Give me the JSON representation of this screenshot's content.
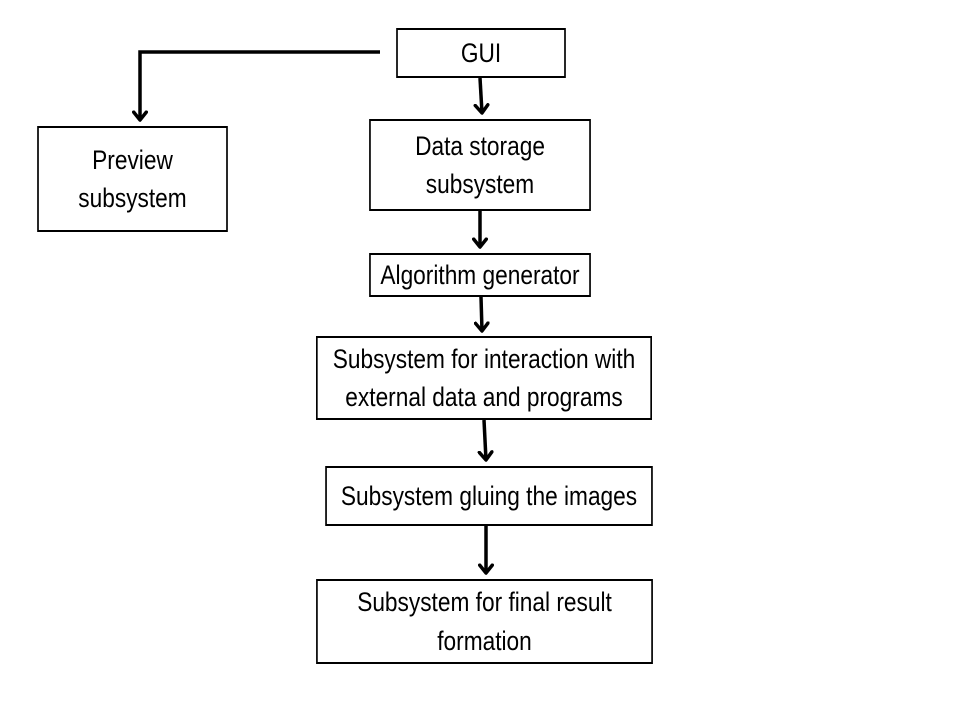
{
  "diagram": {
    "colors": {
      "stroke": "#000000",
      "fill": "#ffffff",
      "text": "#000000"
    },
    "nodes": {
      "gui": {
        "lines": [
          "GUI"
        ]
      },
      "preview": {
        "lines": [
          "Preview",
          "subsystem"
        ]
      },
      "data_storage": {
        "lines": [
          "Data storage",
          "subsystem"
        ]
      },
      "algorithm": {
        "lines": [
          "Algorithm generator"
        ]
      },
      "interaction": {
        "lines": [
          "Subsystem for interaction with",
          "external data and programs"
        ]
      },
      "gluing": {
        "lines": [
          "Subsystem gluing the images"
        ]
      },
      "final": {
        "lines": [
          "Subsystem for final result",
          "formation"
        ]
      }
    },
    "edges": [
      {
        "from": "gui",
        "to": "preview"
      },
      {
        "from": "gui",
        "to": "data_storage"
      },
      {
        "from": "data_storage",
        "to": "algorithm"
      },
      {
        "from": "algorithm",
        "to": "interaction"
      },
      {
        "from": "interaction",
        "to": "gluing"
      },
      {
        "from": "gluing",
        "to": "final"
      }
    ]
  }
}
